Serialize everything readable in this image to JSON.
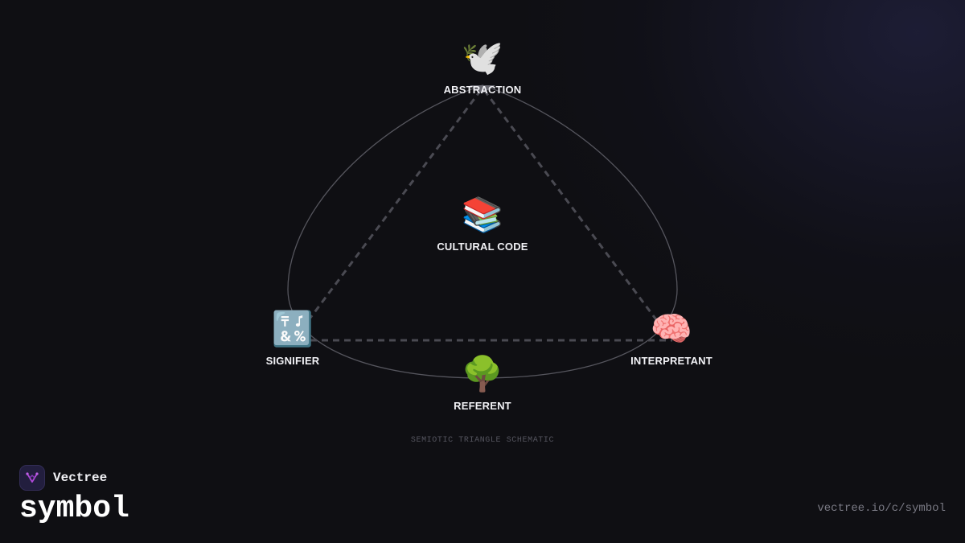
{
  "diagram": {
    "nodes": {
      "abstraction": {
        "label": "ABSTRACTION",
        "glyph": "🕊️",
        "icon": "dove-icon"
      },
      "cultural_code": {
        "label": "CULTURAL CODE",
        "glyph": "📚",
        "icon": "books-icon"
      },
      "signifier": {
        "label": "SIGNIFIER",
        "glyph": "🔣",
        "icon": "symbols-icon"
      },
      "interpretant": {
        "label": "INTERPRETANT",
        "glyph": "🧠",
        "icon": "brain-icon"
      },
      "referent": {
        "label": "REFERENT",
        "glyph": "🌳",
        "icon": "tree-icon"
      }
    },
    "caption": "SEMIOTIC TRIANGLE SCHEMATIC"
  },
  "brand": {
    "name": "Vectree",
    "topic": "symbol",
    "url": "vectree.io/c/symbol",
    "accent": "#b04ad8"
  },
  "colors": {
    "background": "#0f0f13",
    "outline": "#5a5a62",
    "dashed": "#4a4a52"
  }
}
